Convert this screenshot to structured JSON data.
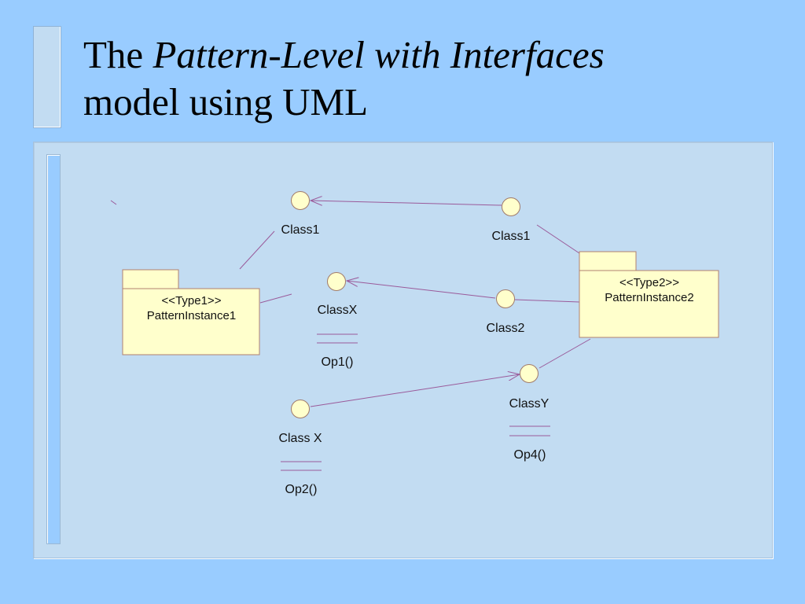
{
  "title": {
    "prefix": "The ",
    "italic": "Pattern-Level with Interfaces",
    "line2": "model using UML"
  },
  "colors": {
    "background": "#99ccff",
    "panel": "#c2dcf2",
    "node_fill": "#ffffcc",
    "node_stroke": "#a07a6a",
    "edge": "#9a5a9a"
  },
  "packages": [
    {
      "id": "pi1",
      "stereotype": "<<Type1>>",
      "name": "PatternInstance1"
    },
    {
      "id": "pi2",
      "stereotype": "<<Type2>>",
      "name": "PatternInstance2"
    }
  ],
  "interfaces": [
    {
      "id": "c1a",
      "label": "Class1",
      "operations": []
    },
    {
      "id": "c1b",
      "label": "Class1",
      "operations": []
    },
    {
      "id": "cxa",
      "label": "ClassX",
      "operations": [
        "Op1()"
      ]
    },
    {
      "id": "c2",
      "label": "Class2",
      "operations": []
    },
    {
      "id": "cy",
      "label": "ClassY",
      "operations": [
        "Op4()"
      ]
    },
    {
      "id": "cxb",
      "label": "Class X",
      "operations": [
        "Op2()"
      ]
    }
  ],
  "edges": [
    {
      "from": "c1b",
      "to": "c1a",
      "type": "dependency"
    },
    {
      "from": "c2",
      "to": "cxa",
      "type": "dependency"
    },
    {
      "from": "cxb",
      "to": "cy",
      "type": "dependency"
    },
    {
      "from": "pi1",
      "to": "c1a",
      "type": "association"
    },
    {
      "from": "pi1",
      "to": "cxa",
      "type": "association"
    },
    {
      "from": "pi2",
      "to": "c1b",
      "type": "association"
    },
    {
      "from": "pi2",
      "to": "c2",
      "type": "association"
    },
    {
      "from": "pi2",
      "to": "cy",
      "type": "association"
    }
  ]
}
